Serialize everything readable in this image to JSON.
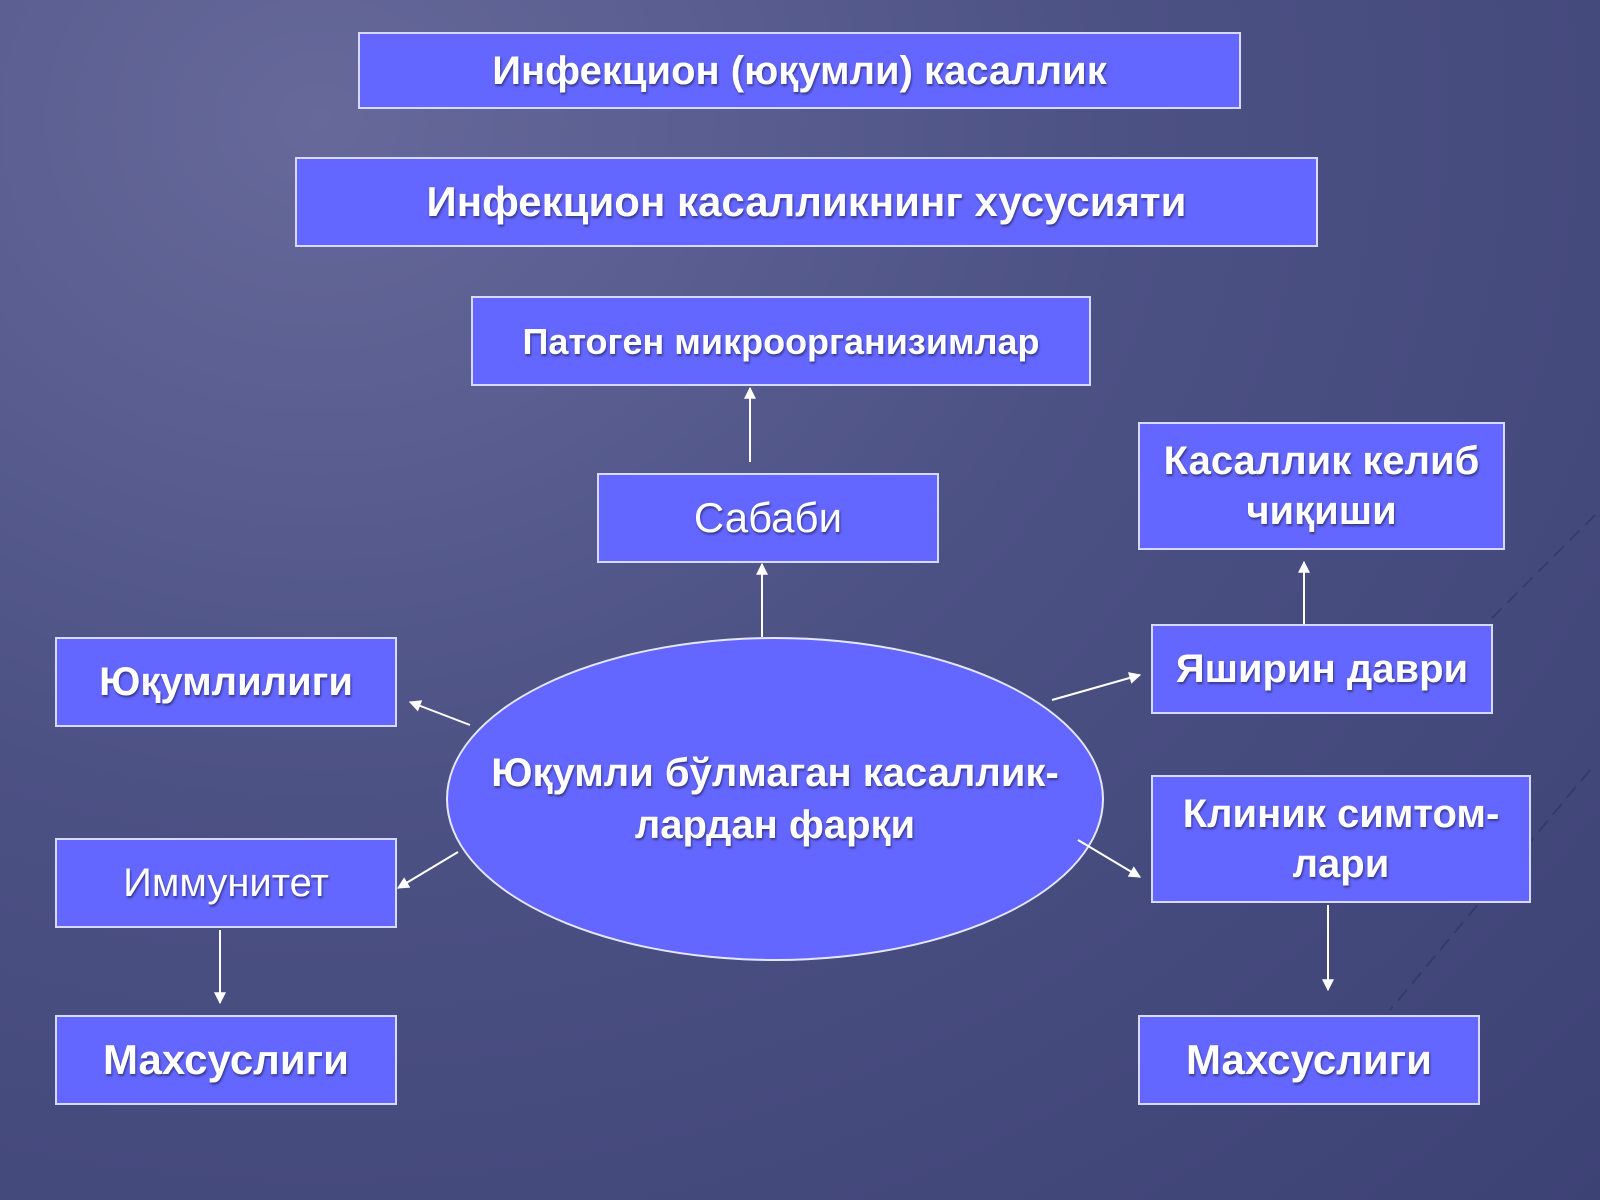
{
  "title": "Инфекцион (юқумли) касаллик",
  "subtitle": "Инфекцион касалликнинг хусусияти",
  "nodes": {
    "center": "Юқумли бўлмаган касаллик-\nлардан фарқи",
    "cause": "Сабаби",
    "pathogens": "Патоген микроорганизимлар",
    "contagiousness": "Юқумлилиги",
    "immunity": "Иммунитет",
    "specificity_left": "Махсуслиги",
    "latent_period": "Яширин даври",
    "disease_origin": "Касаллик келиб\nчиқиши",
    "clinical_symptoms": "Клиник симтом-\nлари",
    "specificity_right": "Махсуслиги"
  },
  "colors": {
    "box_fill": "#6366ff",
    "box_border": "#d7d9ff",
    "background": "#4c5184",
    "text": "#ffffff",
    "arrow": "#ffffff"
  }
}
